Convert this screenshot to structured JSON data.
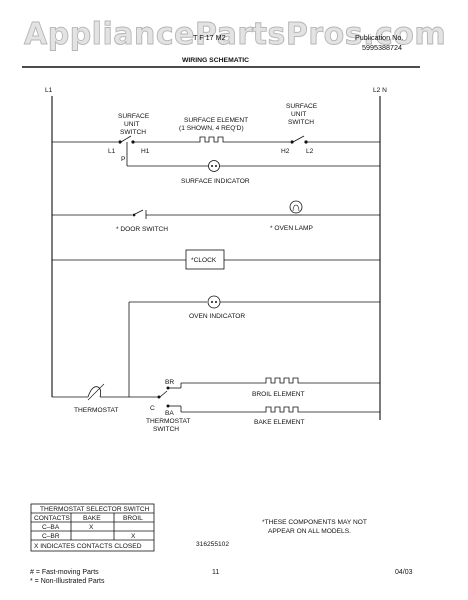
{
  "watermark": "AppliancePartsPros.com",
  "header": {
    "model_fragment": "T  F  17  M2",
    "pub_label": "Publication No.",
    "pub_number": "5995388724",
    "title": "WIRING SCHEMATIC"
  },
  "rails": {
    "left": "L1",
    "right": "L2 N"
  },
  "surface_switch_left": {
    "line1": "SURFACE",
    "line2": "UNIT",
    "line3": "SWITCH",
    "t1": "L1",
    "t2": "H1",
    "t3": "P"
  },
  "surface_element": {
    "line1": "SURFACE ELEMENT",
    "line2": "(1 SHOWN, 4 REQ'D)"
  },
  "surface_switch_right": {
    "line1": "SURFACE",
    "line2": "UNIT",
    "line3": "SWITCH",
    "t1": "H2",
    "t2": "L2"
  },
  "surface_indicator": "SURFACE INDICATOR",
  "door_switch": "*  DOOR SWITCH",
  "oven_lamp": "*  OVEN LAMP",
  "clock": "*CLOCK",
  "oven_indicator": "OVEN INDICATOR",
  "thermostat": "THERMOSTAT",
  "thermostat_switch": {
    "line1": "THERMOSTAT",
    "line2": "SWITCH",
    "br": "BR",
    "ba": "BA",
    "c": "C"
  },
  "broil_element": "BROIL ELEMENT",
  "bake_element": "BAKE ELEMENT",
  "selector_table": {
    "title": "THERMOSTAT SELECTOR SWITCH",
    "headers": [
      "CONTACTS",
      "BAKE",
      "BROIL"
    ],
    "rows": [
      [
        "C–BA",
        "X",
        ""
      ],
      [
        "C–BR",
        "",
        "X"
      ]
    ],
    "footnote": "X  INDICATES CONTACTS CLOSED"
  },
  "note": {
    "line1": "*THESE COMPONENTS MAY NOT",
    "line2": "APPEAR ON ALL MODELS."
  },
  "part_number": "316255102",
  "footer": {
    "legend1": "#  =  Fast-moving Parts",
    "legend2": "*  =  Non-Illustrated Parts",
    "page": "11",
    "date": "04/03"
  }
}
